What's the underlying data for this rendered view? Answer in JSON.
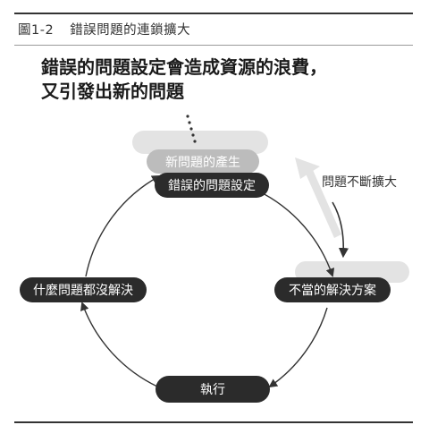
{
  "caption": {
    "figure_number": "圖1-2",
    "title": "錯誤問題的連鎖擴大"
  },
  "headline": {
    "line1": "錯誤的問題設定會造成資源的浪費，",
    "line2": "又引發出新的問題"
  },
  "nodes": {
    "new_problem": "新問題的產生",
    "wrong_problem": "錯誤的問題設定",
    "improper_solution": "不當的解決方案",
    "execute": "執行",
    "unsolved": "什麼問題都沒解決"
  },
  "side_label": "問題不斷擴大",
  "colors": {
    "pill_dark": "#2b2b2b",
    "pill_mid": "#bcbcbc",
    "pill_light": "#e3e3e3",
    "line": "#333333"
  }
}
